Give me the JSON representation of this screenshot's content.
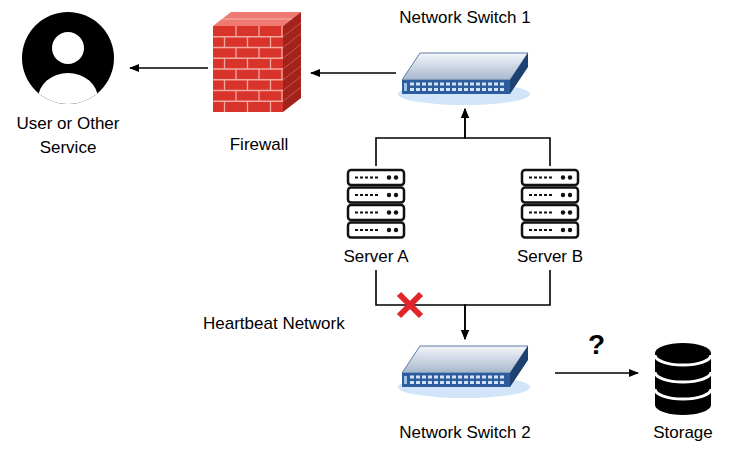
{
  "diagram": {
    "nodes": [
      {
        "text": [
          "User or Other Service"
        ]
      },
      {
        "text": [
          "Firewall"
        ]
      },
      {
        "text": [
          "Network Switch 1"
        ]
      },
      {
        "text": [
          "Server A"
        ]
      },
      {
        "text": [
          "Server B"
        ]
      },
      {
        "text": [
          "Network Switch 2"
        ]
      },
      {
        "text": [
          "Storage"
        ]
      }
    ],
    "edges": [
      {
        "from": 2,
        "to": 1,
        "arrow": "to"
      },
      {
        "from": 1,
        "to": 0,
        "arrow": "to"
      },
      {
        "from": 3,
        "to": 2,
        "arrow": "to"
      },
      {
        "from": 4,
        "to": 2,
        "arrow": "to"
      },
      {
        "from": 3,
        "to": 5,
        "arrow": "to"
      },
      {
        "from": 4,
        "to": 5,
        "arrow": "to"
      },
      {
        "from": 5,
        "to": 6,
        "label": "?",
        "arrow": "to"
      }
    ],
    "labels": [
      "Heartbeat Network"
    ]
  }
}
